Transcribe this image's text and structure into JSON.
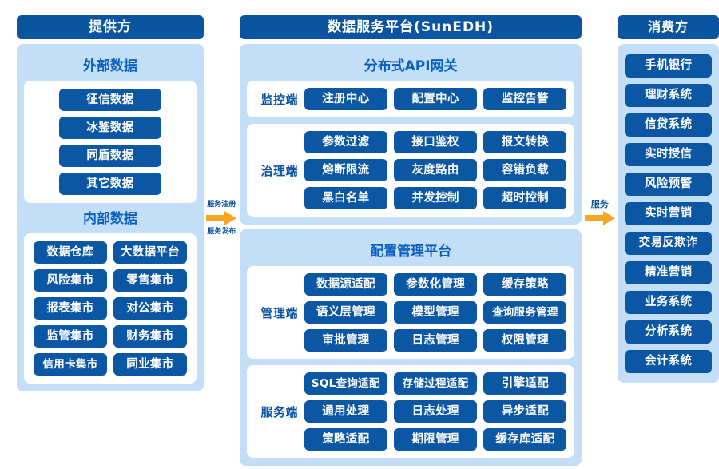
{
  "provider": {
    "header": "提供方",
    "external": {
      "title": "外部数据",
      "items": [
        "征信数据",
        "冰鉴数据",
        "同盾数据",
        "其它数据"
      ]
    },
    "internal": {
      "title": "内部数据",
      "items": [
        "数据仓库",
        "大数据平台",
        "风险集市",
        "零售集市",
        "报表集市",
        "对公集市",
        "监管集市",
        "财务集市",
        "信用卡集市",
        "同业集市"
      ]
    }
  },
  "arrow_left": {
    "label_top": "服务注册",
    "label_bottom": "服务发布",
    "icon": "arrow-right-icon",
    "color": "#F5A623"
  },
  "arrow_right": {
    "label_top": "服务",
    "icon": "arrow-right-icon",
    "color": "#F5A623"
  },
  "platform": {
    "header": "数据服务平台(SunEDH)",
    "gateway": {
      "title": "分布式API网关",
      "groups": [
        {
          "label": "监控端",
          "items": [
            "注册中心",
            "配置中心",
            "监控告警"
          ]
        },
        {
          "label": "治理端",
          "items": [
            "参数过滤",
            "接口鉴权",
            "报文转换",
            "熔断限流",
            "灰度路由",
            "容错负载",
            "黑白名单",
            "并发控制",
            "超时控制"
          ]
        }
      ]
    },
    "config": {
      "title": "配置管理平台",
      "groups": [
        {
          "label": "管理端",
          "items": [
            "数据源适配",
            "参数化管理",
            "缓存策略",
            "语义层管理",
            "模型管理",
            "查询服务管理",
            "审批管理",
            "日志管理",
            "权限管理"
          ]
        },
        {
          "label": "服务端",
          "items": [
            "SQL查询适配",
            "存储过程适配",
            "引擎适配",
            "通用处理",
            "日志处理",
            "异步适配",
            "策略适配",
            "期限管理",
            "缓存库适配"
          ]
        }
      ]
    }
  },
  "consumer": {
    "header": "消费方",
    "items": [
      "手机银行",
      "理财系统",
      "信贷系统",
      "实时授信",
      "风险预警",
      "实时营销",
      "交易反欺诈",
      "精准营销",
      "业务系统",
      "分析系统",
      "会计系统"
    ]
  },
  "colors": {
    "header_blue": "#0A54A0",
    "chip_blue": "#0B57A4",
    "panel_blue": "#C2DFF7",
    "title_blue": "#0A5FC0",
    "arrow_orange": "#F5A623"
  }
}
